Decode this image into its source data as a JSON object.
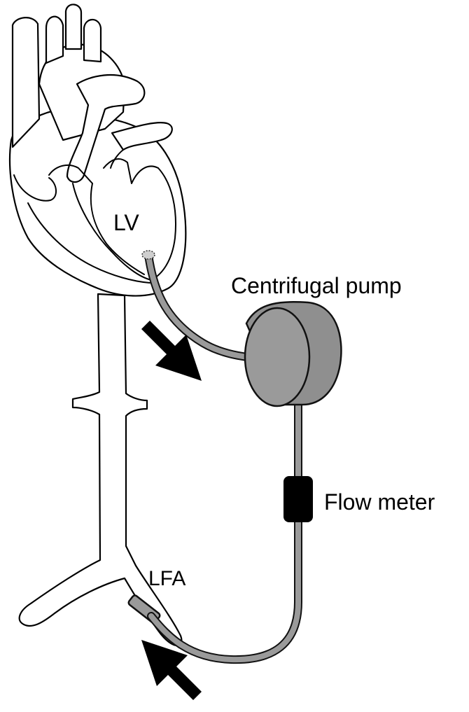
{
  "labels": {
    "left_ventricle": "LV",
    "left_femoral_artery": "LFA",
    "pump": "Centrifugal pump",
    "flow_meter": "Flow meter"
  },
  "colors": {
    "tubing": "#9a9a9a",
    "pump": "#8f8f8f",
    "outline": "#000000",
    "arrows": "#000000",
    "flow_meter": "#000000",
    "background": "#ffffff"
  },
  "flow_direction_arrows": 2
}
